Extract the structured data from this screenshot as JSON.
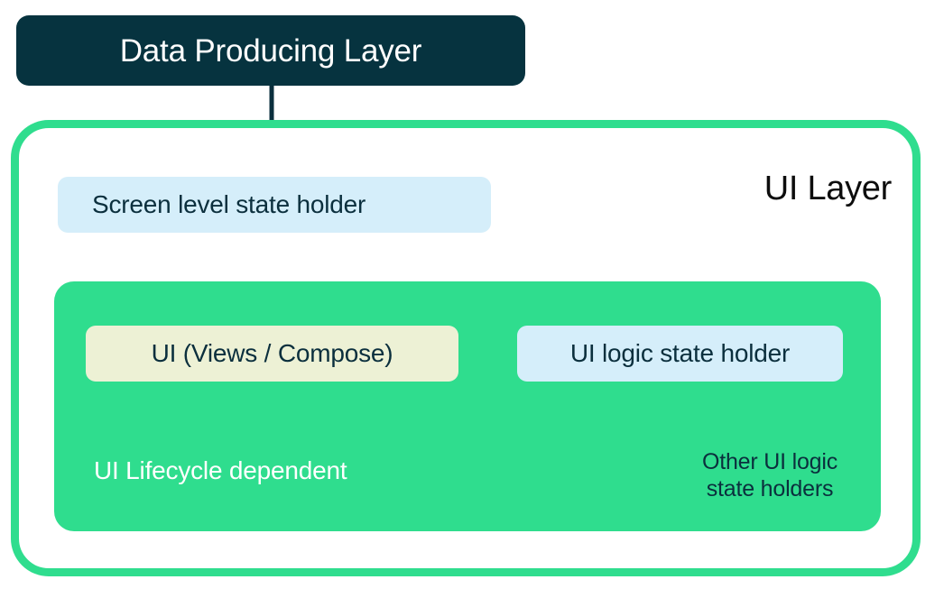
{
  "diagram": {
    "title": "Android UI Layer architecture diagram",
    "colors": {
      "dark_navy": "#06333F",
      "green": "#2FDD8E",
      "light_blue": "#D5EEFA",
      "cream": "#EDF1D5",
      "white": "#FFFFFF",
      "text_dark": "#0B2F3D"
    },
    "nodes": {
      "data_producing_layer": "Data Producing Layer",
      "ui_layer_title": "UI Layer",
      "screen_level_state_holder": "Screen level state holder",
      "ui_views_compose": "UI (Views / Compose)",
      "ui_logic_state_holder": "UI logic state holder",
      "ui_lifecycle_dependent": "UI Lifecycle dependent",
      "other_ui_logic_state_holders_line1": "Other UI logic",
      "other_ui_logic_state_holders_line2": "state holders"
    },
    "edges": [
      {
        "name": "data-producing-to-screen-state",
        "from": "Data Producing Layer",
        "to": "Screen level state holder",
        "direction": "down"
      },
      {
        "name": "screen-state-to-ui-views",
        "from": "Screen level state holder",
        "to": "UI (Views / Compose)",
        "direction": "down"
      },
      {
        "name": "ui-logic-to-ui-views",
        "from": "UI logic state holder",
        "to": "UI (Views / Compose)",
        "direction": "left"
      },
      {
        "name": "ui-logic-self-loop",
        "from": "UI logic state holder",
        "to": "UI logic state holder",
        "direction": "curved-loop",
        "label": "Other UI logic state holders"
      }
    ]
  }
}
